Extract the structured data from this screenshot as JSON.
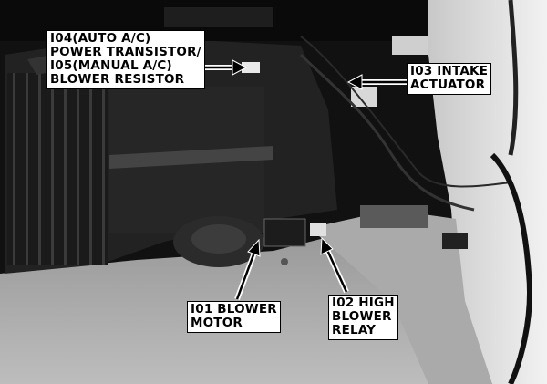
{
  "image": {
    "description_labels": [
      {
        "id": "i04",
        "lines": [
          "I04(AUTO A/C)",
          "POWER TRANSISTOR/",
          "I05(MANUAL A/C)",
          "BLOWER RESISTOR"
        ]
      },
      {
        "id": "i03",
        "lines": [
          "I03 INTAKE",
          "ACTUATOR"
        ]
      },
      {
        "id": "i01",
        "lines": [
          "I01 BLOWER",
          "MOTOR"
        ]
      },
      {
        "id": "i02",
        "lines": [
          "I02 HIGH",
          "BLOWER",
          "RELAY"
        ]
      }
    ]
  }
}
